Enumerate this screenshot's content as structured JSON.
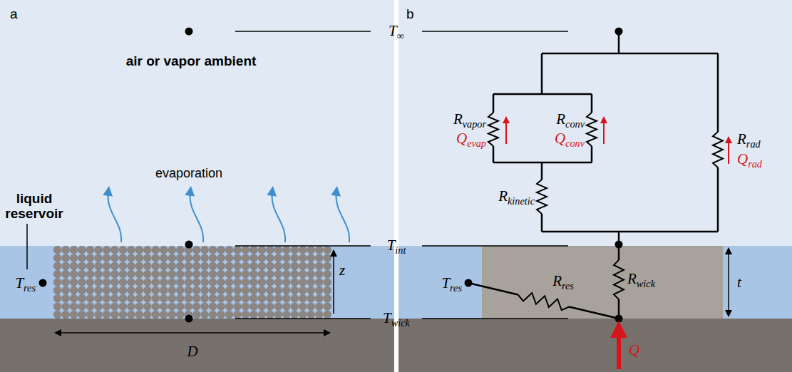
{
  "diagram": {
    "labels": [
      "a",
      "b",
      "T∞",
      "air or vapor ambient",
      "evaporation",
      "liquid reservoir",
      "Tres",
      "Tint",
      "z",
      "Twick",
      "D",
      "Rvapor",
      "Qevap",
      "Rconv",
      "Qconv",
      "Rrad",
      "Qrad",
      "Rkinetic",
      "Tres",
      "Rres",
      "Rwick",
      "t",
      "Q"
    ]
  }
}
